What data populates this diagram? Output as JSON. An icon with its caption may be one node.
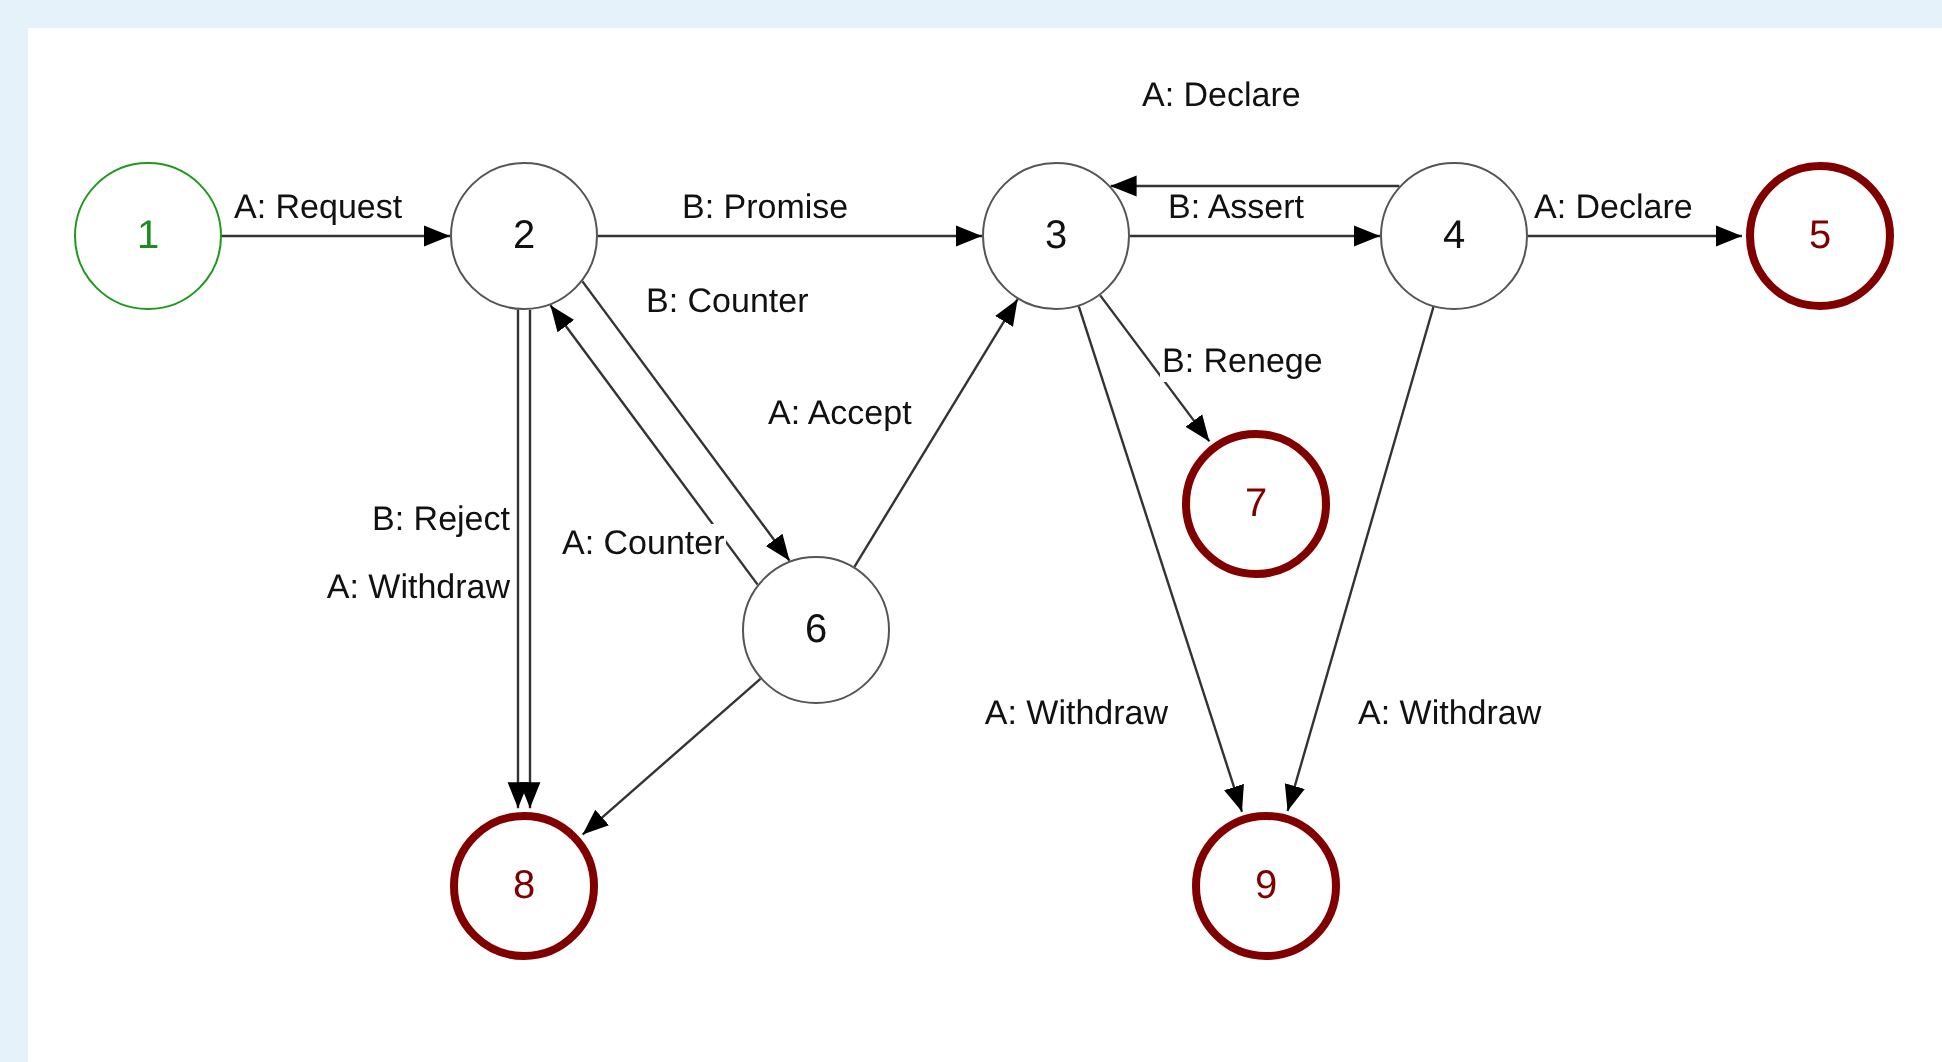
{
  "diagram": {
    "nodes": [
      {
        "text": [
          "1"
        ]
      },
      {
        "text": [
          "2"
        ]
      },
      {
        "text": [
          "3"
        ]
      },
      {
        "text": [
          "4"
        ]
      },
      {
        "text": [
          "5"
        ]
      },
      {
        "text": [
          "6"
        ]
      },
      {
        "text": [
          "7"
        ]
      },
      {
        "text": [
          "8"
        ]
      },
      {
        "text": [
          "9"
        ]
      }
    ],
    "edges": [
      {
        "from": 0,
        "to": 1,
        "arrow": "to",
        "label": "A: Request"
      },
      {
        "from": 1,
        "to": 2,
        "arrow": "to",
        "label": "B: Promise"
      },
      {
        "from": 1,
        "to": 5,
        "arrow": "to",
        "label": "B: Counter"
      },
      {
        "from": 5,
        "to": 1,
        "arrow": "to",
        "label": "A: Counter"
      },
      {
        "from": 5,
        "to": 2,
        "arrow": "to",
        "label": "A: Accept"
      },
      {
        "from": 2,
        "to": 3,
        "arrow": "to",
        "label": "B: Assert"
      },
      {
        "from": 3,
        "to": 2,
        "arrow": "to",
        "label": "A: Declare"
      },
      {
        "from": 3,
        "to": 4,
        "arrow": "to",
        "label": "A: Declare"
      },
      {
        "from": 2,
        "to": 6,
        "arrow": "to",
        "label": "B: Renege"
      },
      {
        "from": 2,
        "to": 8,
        "arrow": "to",
        "label": "A: Withdraw"
      },
      {
        "from": 3,
        "to": 8,
        "arrow": "to",
        "label": "A: Withdraw"
      },
      {
        "from": 1,
        "to": 7,
        "arrow": "to",
        "label": "B: Reject"
      },
      {
        "from": 1,
        "to": 7,
        "arrow": "to",
        "label": "A: Withdraw"
      },
      {
        "from": 5,
        "to": 7,
        "arrow": "to"
      }
    ]
  }
}
